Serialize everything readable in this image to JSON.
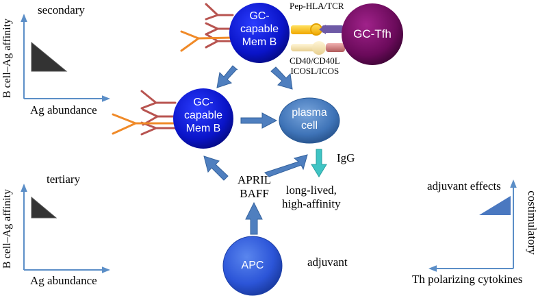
{
  "panels": {
    "secondary": {
      "title": "secondary",
      "y_axis": "B cell–Ag affinity",
      "x_axis": "Ag abundance"
    },
    "tertiary": {
      "title": "tertiary",
      "y_axis": "B cell–Ag affinity",
      "x_axis": "Ag abundance"
    },
    "adjuvant": {
      "title": "adjuvant effects",
      "y_axis": "costimulatory",
      "x_axis": "Th polarizing cytokines"
    }
  },
  "cells": {
    "mem_b_top": {
      "line1": "GC-",
      "line2": "capable",
      "line3": "Mem B"
    },
    "mem_b_mid": {
      "line1": "GC-",
      "line2": "capable",
      "line3": "Mem B"
    },
    "tfh": {
      "label": "GC-Tfh"
    },
    "plasma": {
      "line1": "plasma",
      "line2": "cell"
    },
    "apc": {
      "label": "APC"
    }
  },
  "labels": {
    "pep_hla": "Pep-HLA/TCR",
    "cd40": "CD40/CD40L",
    "icosl": "ICOSL/ICOS",
    "igg": "IgG",
    "long_lived_1": "long-lived,",
    "long_lived_2": "high-affinity",
    "april": "APRIL",
    "baff": "BAFF",
    "adjuvant": "adjuvant"
  },
  "colors": {
    "axis": "#5b8ec7",
    "triangle_dark": "#333333",
    "triangle_blue": "#4a78c0",
    "arrow": "#4f7fbf",
    "arrow_cyan": "#3fc4c4",
    "antibody_red": "#b85450",
    "antibody_orange": "#f08a28",
    "tfh_purple": "#6a0a5a"
  }
}
